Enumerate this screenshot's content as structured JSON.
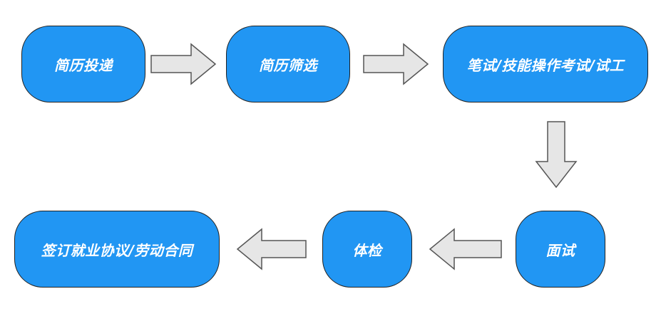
{
  "colors": {
    "node_fill": "#2196f3",
    "node_border": "#222222",
    "node_text": "#ffffff",
    "arrow_fill": "#e6e6e6",
    "arrow_stroke": "#555555"
  },
  "flow": {
    "nodes": [
      {
        "id": "resume-submit",
        "label": "简历投递"
      },
      {
        "id": "resume-screen",
        "label": "简历筛选"
      },
      {
        "id": "written-skill-test",
        "label": "笔试/技能操作考试/试工"
      },
      {
        "id": "interview",
        "label": "面试"
      },
      {
        "id": "physical-exam",
        "label": "体检"
      },
      {
        "id": "sign-contract",
        "label": "签订就业协议/劳动合同"
      }
    ],
    "arrows": [
      {
        "from": "resume-submit",
        "to": "resume-screen",
        "direction": "right"
      },
      {
        "from": "resume-screen",
        "to": "written-skill-test",
        "direction": "right"
      },
      {
        "from": "written-skill-test",
        "to": "interview",
        "direction": "down"
      },
      {
        "from": "interview",
        "to": "physical-exam",
        "direction": "left"
      },
      {
        "from": "physical-exam",
        "to": "sign-contract",
        "direction": "left"
      }
    ]
  }
}
